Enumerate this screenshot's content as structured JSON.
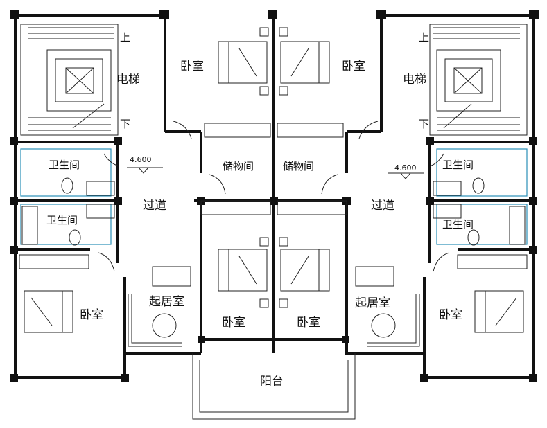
{
  "labels": {
    "up_left": "上",
    "down_left": "下",
    "elevator_left": "电梯",
    "bedroom_top_left": "卧室",
    "bedroom_top_right": "卧室",
    "up_right": "上",
    "down_right": "下",
    "elevator_right": "电梯",
    "bath_left_1": "卫生间",
    "bath_left_2": "卫生间",
    "bath_right_1": "卫生间",
    "bath_right_2": "卫生间",
    "storage_left": "储物间",
    "storage_right": "储物间",
    "hall_left": "过道",
    "hall_right": "过道",
    "level_left": "4.600",
    "level_right": "4.600",
    "bedroom_left": "卧室",
    "bedroom_right": "卧室",
    "living_left": "起居室",
    "living_right": "起居室",
    "bedroom_mid_left": "卧室",
    "bedroom_mid_right": "卧室",
    "balcony": "阳台"
  },
  "colors": {
    "wall": "#111111",
    "fixture_line": "#2a8fb8"
  }
}
